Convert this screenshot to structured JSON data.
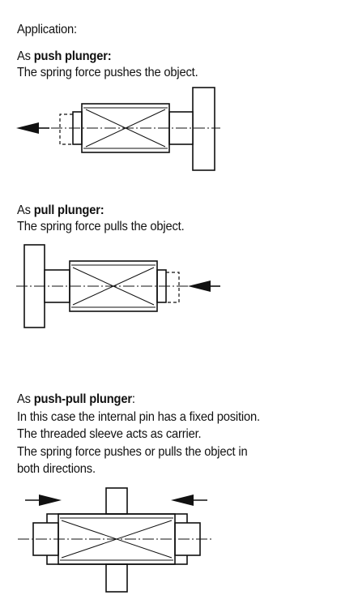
{
  "heading": "Application:",
  "sections": [
    {
      "prefix": "As ",
      "term": "push plunger:",
      "suffix": "",
      "lines": [
        "The spring force pushes the object."
      ]
    },
    {
      "prefix": "As ",
      "term": "pull plunger:",
      "suffix": "",
      "lines": [
        "The spring force pulls the object."
      ]
    },
    {
      "prefix": "As ",
      "term": "push-pull plunger",
      "suffix": ":",
      "lines": [
        "In this case the internal pin has a fixed position.",
        "The threaded sleeve acts as carrier.",
        "The spring force pushes or pulls the object in",
        "both directions."
      ]
    }
  ],
  "figures": [
    "push-plunger-diagram",
    "pull-plunger-diagram",
    "push-pull-plunger-diagram"
  ]
}
